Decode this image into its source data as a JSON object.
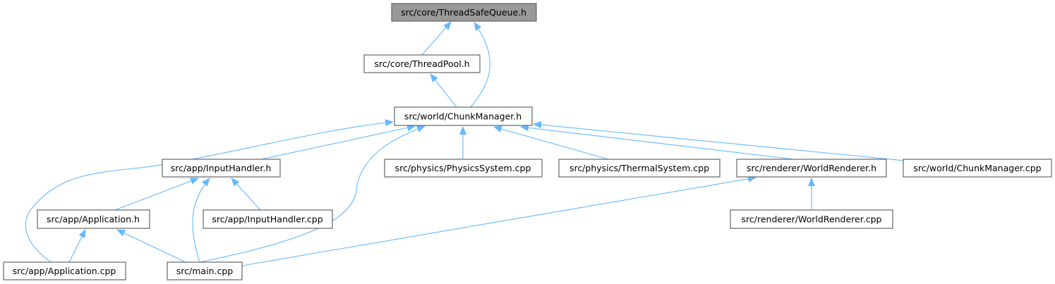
{
  "graph": {
    "type": "include-dependency-graph",
    "nodes": [
      "src/core/ThreadSafeQueue.h",
      "src/core/ThreadPool.h",
      "src/world/ChunkManager.h",
      "src/app/InputHandler.h",
      "src/physics/PhysicsSystem.cpp",
      "src/physics/ThermalSystem.cpp",
      "src/renderer/WorldRenderer.h",
      "src/world/ChunkManager.cpp",
      "src/app/Application.h",
      "src/app/InputHandler.cpp",
      "src/renderer/WorldRenderer.cpp",
      "src/app/Application.cpp",
      "src/main.cpp"
    ],
    "edges": [
      [
        "src/core/ThreadPool.h",
        "src/core/ThreadSafeQueue.h"
      ],
      [
        "src/world/ChunkManager.h",
        "src/core/ThreadSafeQueue.h"
      ],
      [
        "src/world/ChunkManager.h",
        "src/core/ThreadPool.h"
      ],
      [
        "src/app/Application.cpp",
        "src/world/ChunkManager.h"
      ],
      [
        "src/app/InputHandler.h",
        "src/world/ChunkManager.h"
      ],
      [
        "src/main.cpp",
        "src/world/ChunkManager.h"
      ],
      [
        "src/physics/PhysicsSystem.cpp",
        "src/world/ChunkManager.h"
      ],
      [
        "src/physics/ThermalSystem.cpp",
        "src/world/ChunkManager.h"
      ],
      [
        "src/renderer/WorldRenderer.h",
        "src/world/ChunkManager.h"
      ],
      [
        "src/world/ChunkManager.cpp",
        "src/world/ChunkManager.h"
      ],
      [
        "src/app/Application.h",
        "src/app/InputHandler.h"
      ],
      [
        "src/main.cpp",
        "src/app/InputHandler.h"
      ],
      [
        "src/app/InputHandler.cpp",
        "src/app/InputHandler.h"
      ],
      [
        "src/app/Application.cpp",
        "src/app/Application.h"
      ],
      [
        "src/main.cpp",
        "src/app/Application.h"
      ],
      [
        "src/main.cpp",
        "src/renderer/WorldRenderer.h"
      ],
      [
        "src/renderer/WorldRenderer.cpp",
        "src/renderer/WorldRenderer.h"
      ]
    ],
    "colors": {
      "edge": "#63b8ff",
      "root_fill": "#999999",
      "node_border": "#666666"
    }
  }
}
